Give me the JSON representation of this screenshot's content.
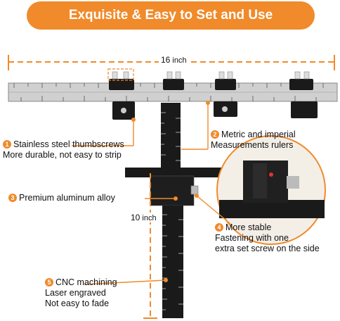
{
  "banner": {
    "title": "Exquisite & Easy to Set and Use"
  },
  "dimensions": {
    "horizontal_value": "16",
    "horizontal_unit": "inch",
    "vertical_value": "10",
    "vertical_unit": "inch"
  },
  "callouts": [
    {
      "num": "1",
      "line1": "Stainless steel thumbscrews",
      "line2": "More durable, not easy to strip"
    },
    {
      "num": "2",
      "line1": "Metric and imperial",
      "line2": "Measurements rulers"
    },
    {
      "num": "3",
      "line1": "Premium  aluminum alloy"
    },
    {
      "num": "4",
      "line1": "More stable",
      "line2": "Fastening with one",
      "line3": "extra set screw on the side"
    },
    {
      "num": "5",
      "line1": "CNC machining",
      "line2": "Laser engraved",
      "line3": "Not easy to fade"
    }
  ],
  "colors": {
    "accent": "#f08a2a",
    "ruler": "#cfd0cf",
    "block": "#1a1a1a"
  }
}
